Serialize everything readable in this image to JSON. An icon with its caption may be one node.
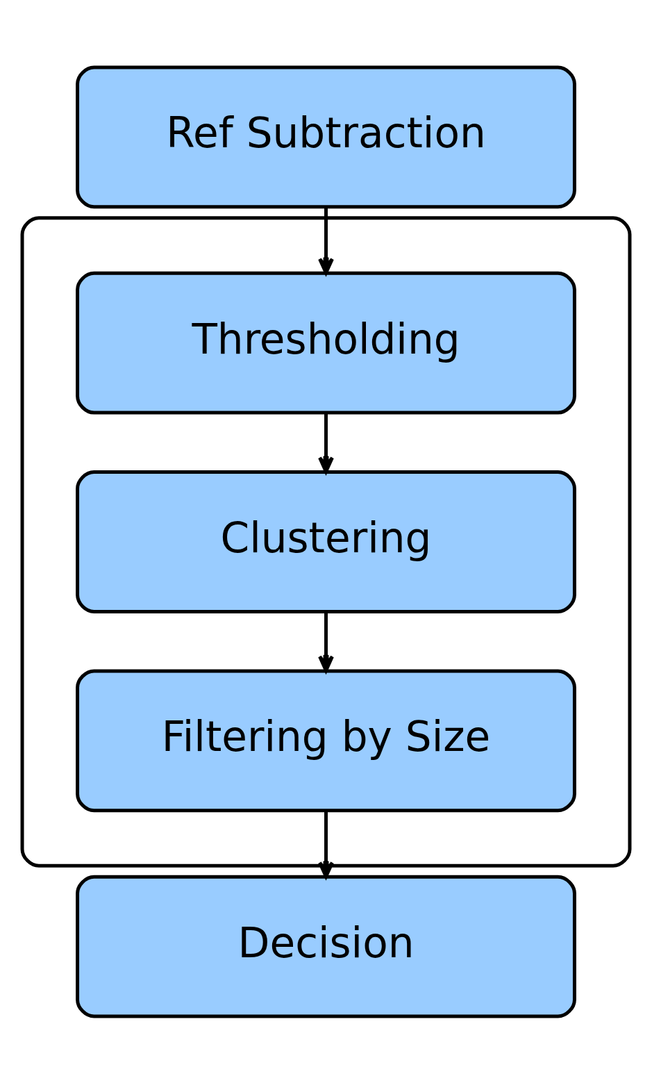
{
  "diagram": {
    "nodes": [
      {
        "text": [
          "Ref Subtraction"
        ]
      },
      {
        "text": [],
        "shape": "box"
      },
      {
        "text": [
          "Thresholding"
        ],
        "in": 1
      },
      {
        "text": [
          "Clustering"
        ],
        "in": 1
      },
      {
        "text": [
          "Filtering by Size"
        ],
        "in": 1
      },
      {
        "text": [
          "Decision"
        ]
      }
    ],
    "edges": [
      {
        "from": 0,
        "to": 2,
        "arrow": "to"
      },
      {
        "from": 2,
        "to": 3,
        "arrow": "to"
      },
      {
        "from": 3,
        "to": 4,
        "arrow": "to"
      },
      {
        "from": 4,
        "to": 5,
        "arrow": "to"
      }
    ]
  }
}
